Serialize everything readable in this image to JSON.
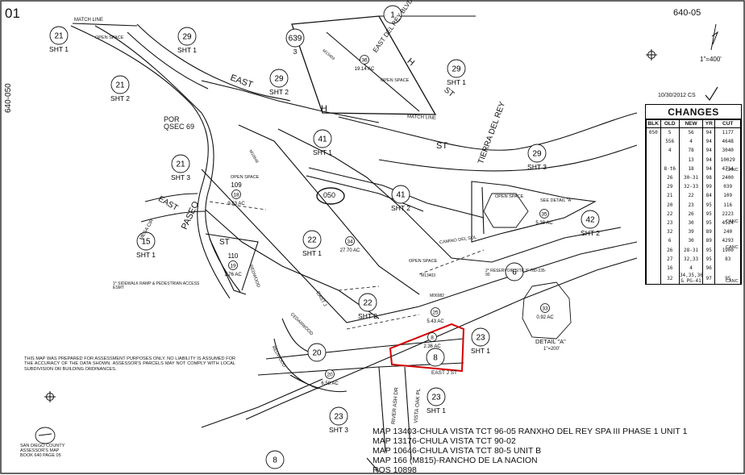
{
  "header": {
    "page_number": "01",
    "map_number": "640-05",
    "side_reference": "640-050",
    "scale": "1\"=400'",
    "revision_date": "10/30/2012 CS"
  },
  "changes_table": {
    "title": "CHANGES",
    "columns": [
      "BLK",
      "OLD",
      "NEW",
      "YR",
      "CUT"
    ],
    "rows": [
      [
        "050",
        "5",
        "56",
        "94",
        "1177"
      ],
      [
        "",
        "556",
        "4",
        "94",
        "4648"
      ],
      [
        "",
        "4",
        "78",
        "94",
        "3040"
      ],
      [
        "",
        "",
        "13",
        "94",
        "10029"
      ],
      [
        "",
        "8·t6",
        "18",
        "94",
        "4714"
      ],
      [
        "",
        "26",
        "30-31",
        "98",
        "2400"
      ],
      [
        "",
        "29",
        "32-33",
        "99",
        "039"
      ],
      [
        "",
        "21",
        "22",
        "84",
        "109"
      ],
      [
        "",
        "20",
        "23",
        "95",
        "116"
      ],
      [
        "",
        "22",
        "26",
        "95",
        "2223"
      ],
      [
        "",
        "23",
        "30",
        "95",
        "4524"
      ],
      [
        "",
        "32",
        "39",
        "89",
        "240"
      ],
      [
        "",
        "6",
        "30",
        "89",
        "4293"
      ],
      [
        "",
        "26",
        "28-31",
        "95",
        "1900"
      ],
      [
        "",
        "27",
        "32,33",
        "95",
        "83"
      ],
      [
        "",
        "16",
        "4",
        "96",
        ""
      ],
      [
        "",
        "32",
        "34,35,36 & PG-41",
        "97",
        "95"
      ]
    ],
    "canc_notes": [
      "CANC",
      "CANC",
      "CANC",
      "CANC"
    ]
  },
  "labels": {
    "match_line": "MATCH LINE",
    "open_space": "OPEN SPACE",
    "east_h_st": "EAST",
    "h_letter": "H",
    "st": "ST",
    "east_del_rey": "EAST DEL REY BLVD",
    "tierra_del_rey": "TIERRA DEL REY",
    "camino_del_sol": "CAMINO DEL SOL",
    "camino_del_cerro_grande": "CAMINO DEL CERRO GRANDE",
    "paseo": "PASEO",
    "east_j_st": "EAST J ST",
    "east_j": "EAST J",
    "river_ash_dr": "RIVER ASH DR",
    "vista_oak_pl": "VISTA OAK PL",
    "mesa_cir": "MESA CIR",
    "redwood": "REDWOOD",
    "cedarwood": "CEDARWOOD",
    "eucalyptus": "EUCALYPTUS",
    "block_id": "050",
    "por_qsec": "POR QSEC 69",
    "see_detail": "SEE DETAIL \"A\"",
    "detail_a": "DETAIL \"A\"",
    "detail_scale": "1\"=200'",
    "reservoir_site": "2* RESERVOIR SITE 3\" 780-235-90",
    "sidewalk_note": "1* SIDEWALK RAMP & PEDESTRIAN ACCESS ESMT",
    "map_ref_1": "M13403",
    "map_ref_2": "M10646",
    "map_ref_3": "M06982"
  },
  "parcels": [
    {
      "num": "36",
      "acreage": "19.14 AC"
    },
    {
      "num": "18",
      "acreage": "9.63 AC",
      "label": "109"
    },
    {
      "num": "19",
      "acreage": "1.76 AC",
      "label": "110"
    },
    {
      "num": "34",
      "acreage": "27.70 AC"
    },
    {
      "num": "35",
      "acreage": "5.38 AC"
    },
    {
      "num": "25",
      "acreage": "5.43 AC"
    },
    {
      "num": "8",
      "acreage": "2.36 AC"
    },
    {
      "num": "20",
      "acreage": "6.58 AC"
    },
    {
      "num": "33",
      "acreage": "0.92 AC"
    }
  ],
  "sheet_refs": [
    {
      "num": "21",
      "sht": "SHT 1"
    },
    {
      "num": "29",
      "sht": "SHT 1"
    },
    {
      "num": "639",
      "sht": "3"
    },
    {
      "num": "1",
      "sht": ""
    },
    {
      "num": "29",
      "sht": "SHT 1"
    },
    {
      "num": "21",
      "sht": "SHT 2"
    },
    {
      "num": "29",
      "sht": "SHT 2"
    },
    {
      "num": "41",
      "sht": "SHT 1"
    },
    {
      "num": "21",
      "sht": "SHT 3"
    },
    {
      "num": "29",
      "sht": "SHT 3"
    },
    {
      "num": "41",
      "sht": "SHT 2"
    },
    {
      "num": "42",
      "sht": "SHT 2"
    },
    {
      "num": "15",
      "sht": "SHT 1"
    },
    {
      "num": "22",
      "sht": "SHT 1"
    },
    {
      "num": "6",
      "sht": ""
    },
    {
      "num": "22",
      "sht": "SHT 2"
    },
    {
      "num": "23",
      "sht": "SHT 1"
    },
    {
      "num": "20",
      "sht": ""
    },
    {
      "num": "8",
      "sht": ""
    },
    {
      "num": "23",
      "sht": "SHT 1"
    },
    {
      "num": "23",
      "sht": "SHT 3"
    },
    {
      "num": "8",
      "sht": ""
    }
  ],
  "footer": {
    "disclaimer": "THIS MAP WAS PREPARED FOR ASSESSMENT PURPOSES ONLY. NO LIABILITY IS ASSUMED FOR THE ACCURACY OF THE DATA SHOWN. ASSESSOR'S PARCELS MAY NOT COMPLY WITH LOCAL SUBDIVISION OR BUILDING ORDINANCES.",
    "map_notes": [
      "MAP 13403-CHULA VISTA TCT 96-05 RANXHO DEL REY SPA III PHASE 1 UNIT 1",
      "MAP 13176-CHULA VISTA TCT 90-02",
      "MAP 10646-CHULA VISTA TCT 80-5 UNIT B",
      "MAP 166 (M815)-RANCHO DE LA NACION",
      "ROS 10898"
    ],
    "county_logo": [
      "SAN DIEGO COUNTY",
      "ASSESSOR'S MAP",
      "BOOK 640 PAGE 05"
    ]
  },
  "colors": {
    "highlight": "#d40000",
    "ink": "#111111"
  }
}
